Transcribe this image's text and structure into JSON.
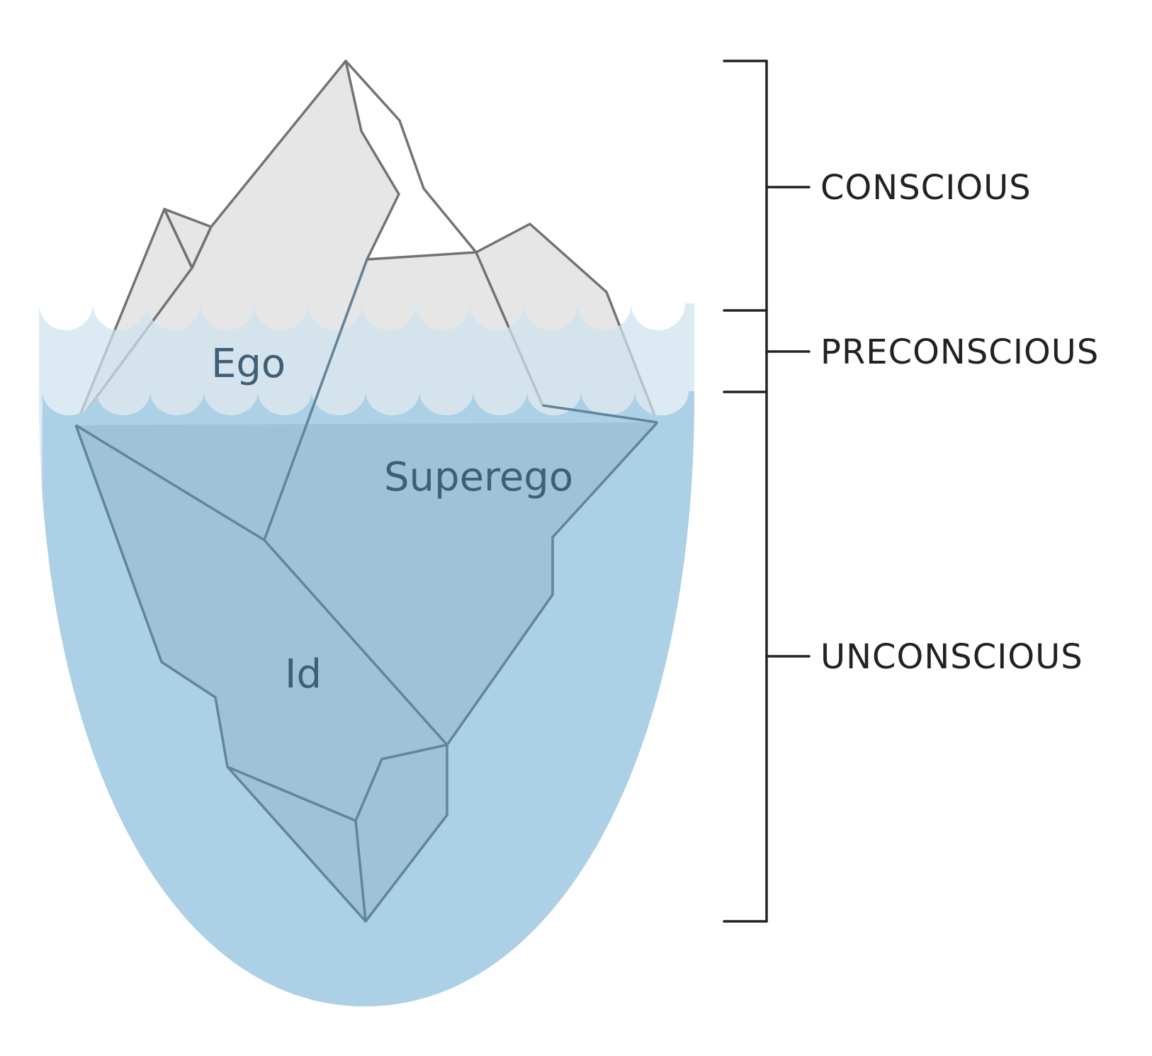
{
  "parts": {
    "ego": "Ego",
    "superego": "Superego",
    "id": "Id"
  },
  "levels": {
    "conscious": "CONSCIOUS",
    "preconscious": "PRECONSCIOUS",
    "unconscious": "UNCONSCIOUS"
  },
  "colors": {
    "ice_light": "#e6e6e6",
    "ice_shadow": "#999999",
    "ice_outline": "#737373",
    "surface_water": "#cfe3ee",
    "deep_water": "#acd0e5",
    "submerged_ice": "#9fc2d8",
    "submerged_outline": "#62849c",
    "part_text": "#3e5f78",
    "bracket": "#222222"
  }
}
